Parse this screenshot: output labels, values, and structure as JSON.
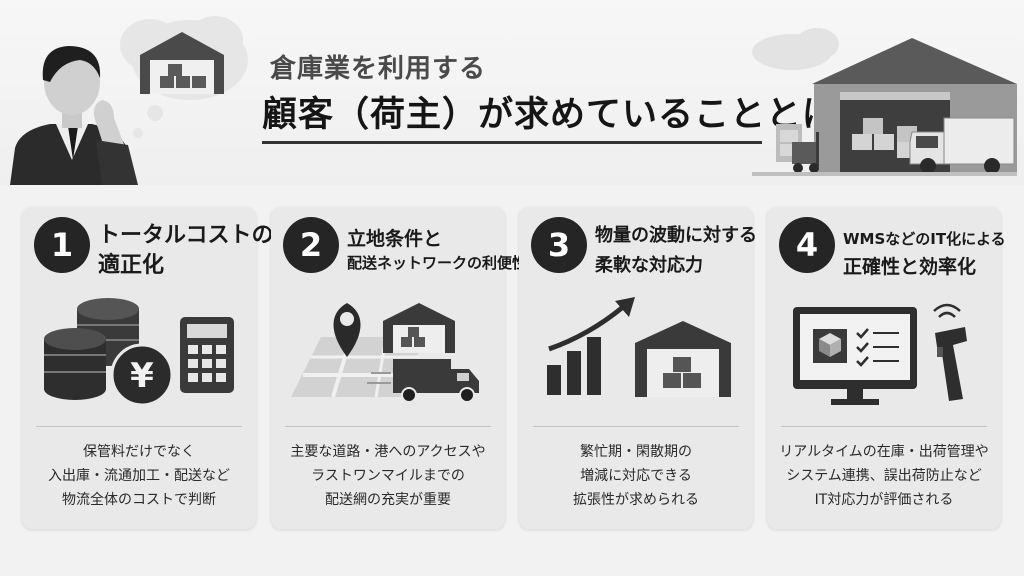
{
  "header": {
    "title_line1": "倉庫業を利用する",
    "title_line2": "顧客（荷主）が求めていることとは？"
  },
  "cards": [
    {
      "number": "1",
      "title": [
        "トータルコストの",
        "適正化"
      ],
      "description": [
        "保管料だけでなく",
        "入出庫・流通加工・配送など",
        "物流全体のコストで判断"
      ],
      "icons": [
        "coin-stack-icon",
        "yen-coin-icon",
        "calculator-icon"
      ]
    },
    {
      "number": "2",
      "title": [
        "立地条件と",
        "配送ネットワークの利便性"
      ],
      "description": [
        "主要な道路・港へのアクセスや",
        "ラストワンマイルまでの",
        "配送網の充実が重要"
      ],
      "icons": [
        "map-icon",
        "location-pin-icon",
        "warehouse-icon",
        "truck-icon"
      ]
    },
    {
      "number": "3",
      "title": [
        "物量の波動に対する",
        "柔軟な対応力"
      ],
      "description": [
        "繁忙期・閑散期の",
        "増減に対応できる",
        "拡張性が求められる"
      ],
      "icons": [
        "growth-chart-icon",
        "warehouse-icon"
      ]
    },
    {
      "number": "4",
      "title": [
        "WMSなどのIT化による",
        "正確性と効率化"
      ],
      "description": [
        "リアルタイムの在庫・出荷管理や",
        "システム連携、誤出荷防止など",
        "IT対応力が評価される"
      ],
      "icons": [
        "monitor-checklist-icon",
        "barcode-scanner-icon"
      ]
    }
  ]
}
